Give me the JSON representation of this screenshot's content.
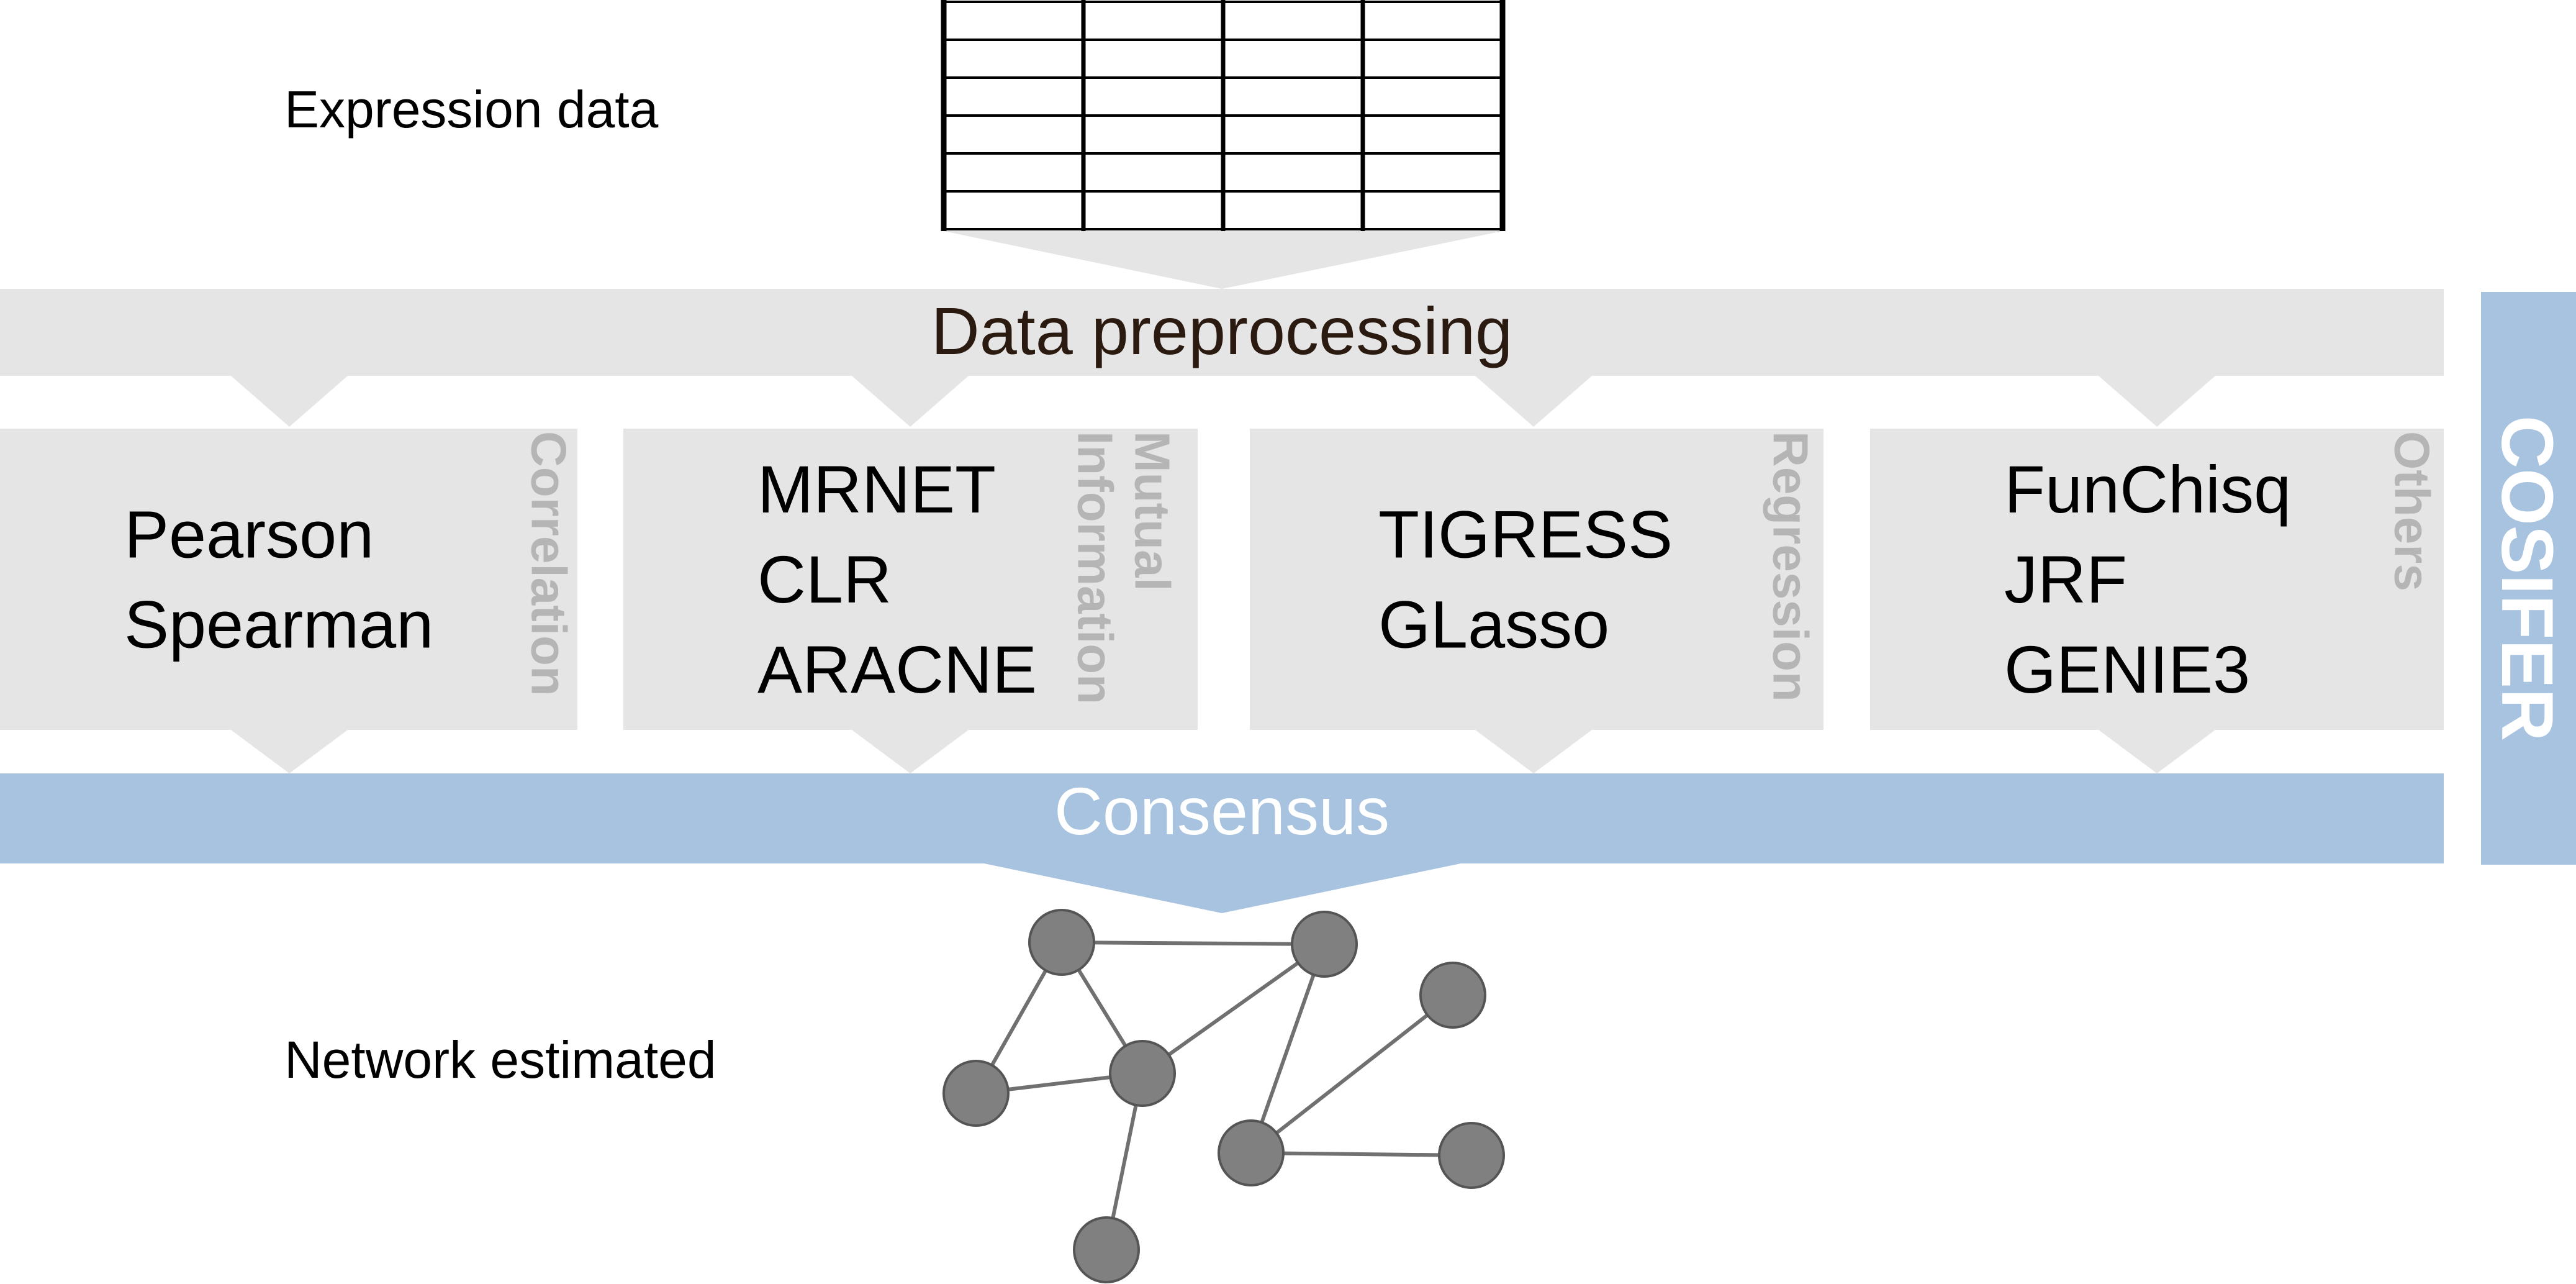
{
  "labels": {
    "expression_data": "Expression data",
    "network_estimated": "Network estimated"
  },
  "preprocessing": {
    "title": "Data preprocessing"
  },
  "categories": [
    {
      "name_lines": [
        "Correlation"
      ],
      "methods": [
        "Pearson",
        "Spearman"
      ]
    },
    {
      "name_lines": [
        "Mutual",
        "Information"
      ],
      "methods": [
        "MRNET",
        "CLR",
        "ARACNE"
      ]
    },
    {
      "name_lines": [
        "Regression"
      ],
      "methods": [
        "TIGRESS",
        "GLasso"
      ]
    },
    {
      "name_lines": [
        "Others"
      ],
      "methods": [
        "FunChisq",
        "JRF",
        "GENIE3"
      ]
    }
  ],
  "consensus": {
    "title": "Consensus"
  },
  "cosifer": {
    "title": "COSIFER"
  },
  "colors": {
    "gray_panel": "#e5e5e5",
    "blue_panel": "#a7c3e0",
    "category_text": "#b5b5b5",
    "preprocessing_text": "#2b1a10",
    "node_fill": "#808080",
    "edge": "#707070",
    "table_line": "#000000"
  },
  "table": {
    "rows": 6,
    "cols": 4
  },
  "network": {
    "nodes": [
      "n1",
      "n2",
      "n3",
      "n4",
      "n5",
      "n6",
      "n7",
      "n8",
      "n9"
    ],
    "edges": [
      [
        "n1",
        "n2"
      ],
      [
        "n1",
        "n3"
      ],
      [
        "n1",
        "n4"
      ],
      [
        "n4",
        "n3"
      ],
      [
        "n3",
        "n2"
      ],
      [
        "n2",
        "n6"
      ],
      [
        "n3",
        "n7"
      ],
      [
        "n6",
        "n5"
      ],
      [
        "n6",
        "n8"
      ],
      [
        "n6",
        "n9"
      ]
    ]
  }
}
